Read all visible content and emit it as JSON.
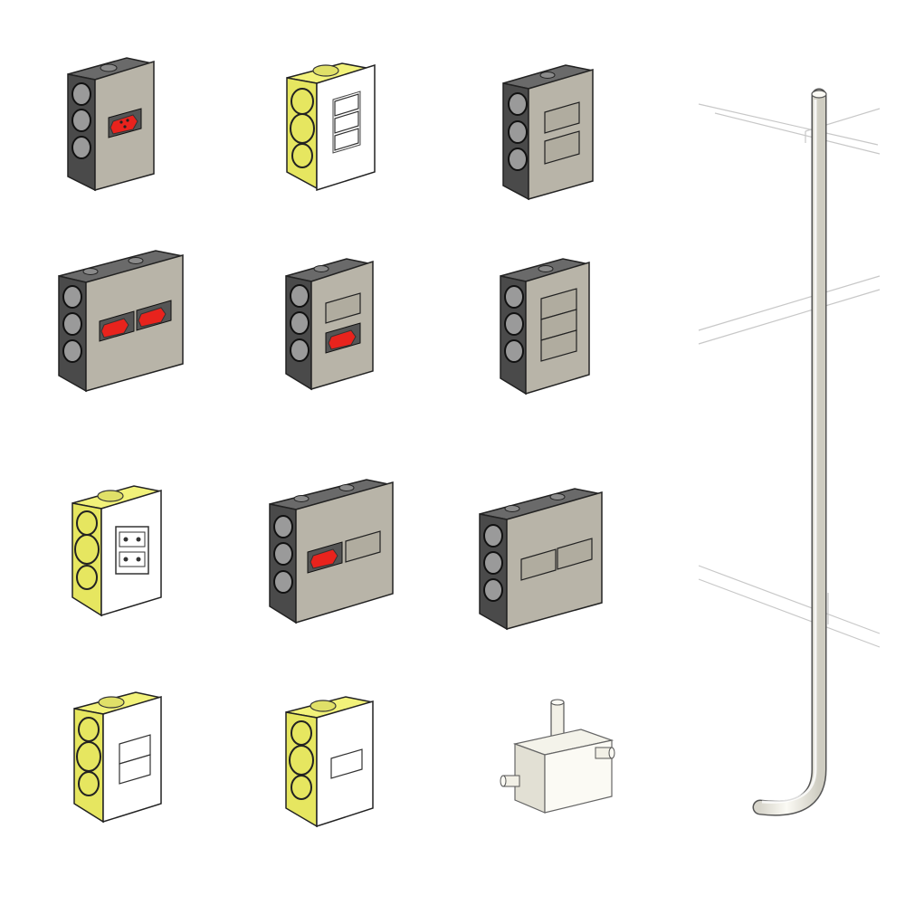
{
  "palette": {
    "gray_plate": "#b8b4a8",
    "gray_plate_edge": "#2a2a2a",
    "box_dark": "#555555",
    "box_dark_side": "#3e3e3e",
    "yellow_box": "#f2f27a",
    "yellow_box_side": "#dede5c",
    "white_plate": "#ffffff",
    "socket_red": "#e8231d",
    "conduit": "#f2f0e6",
    "guide_lines": "#c8c8c8"
  },
  "items": [
    {
      "id": "gray-single-outlet",
      "style": "gray",
      "modules": [
        "outlet"
      ]
    },
    {
      "id": "white-triple-switch",
      "style": "yellow",
      "modules": [
        "switch",
        "switch",
        "switch"
      ]
    },
    {
      "id": "gray-double-switch",
      "style": "gray",
      "modules": [
        "switch",
        "switch"
      ]
    },
    {
      "id": "gray-4x4-double-outlet",
      "style": "gray-square",
      "modules": [
        "outlet",
        "outlet"
      ]
    },
    {
      "id": "gray-switch-outlet",
      "style": "gray",
      "modules": [
        "switch",
        "outlet"
      ]
    },
    {
      "id": "gray-triple-switch",
      "style": "gray",
      "modules": [
        "switch",
        "switch",
        "switch"
      ]
    },
    {
      "id": "white-double-outlet",
      "style": "yellow",
      "modules": [
        "double-outlet"
      ]
    },
    {
      "id": "gray-4x4-outlet-switch",
      "style": "gray-square",
      "modules": [
        "outlet",
        "switch"
      ]
    },
    {
      "id": "gray-4x4-double-switch",
      "style": "gray-square",
      "modules": [
        "switch",
        "switch"
      ]
    },
    {
      "id": "white-double-switch",
      "style": "yellow",
      "modules": [
        "switch",
        "switch"
      ]
    },
    {
      "id": "white-single-switch",
      "style": "yellow",
      "modules": [
        "switch"
      ]
    },
    {
      "id": "junction-box",
      "style": "junction",
      "modules": []
    },
    {
      "id": "vertical-conduit",
      "style": "conduit",
      "modules": []
    }
  ]
}
